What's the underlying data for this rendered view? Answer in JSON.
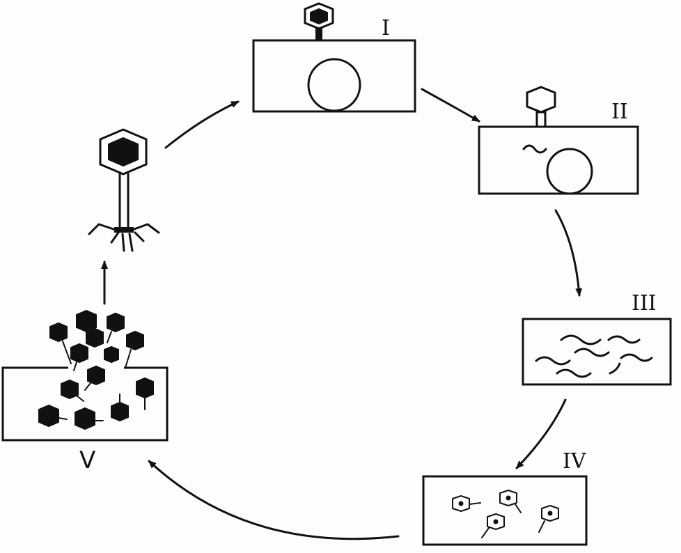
{
  "diagram": {
    "stage_labels": {
      "stage_1": "I",
      "stage_2": "II",
      "stage_3": "III",
      "stage_4": "IV",
      "stage_5": "V"
    },
    "ink_color": "#111111",
    "background_color": "#fdfdfd"
  }
}
